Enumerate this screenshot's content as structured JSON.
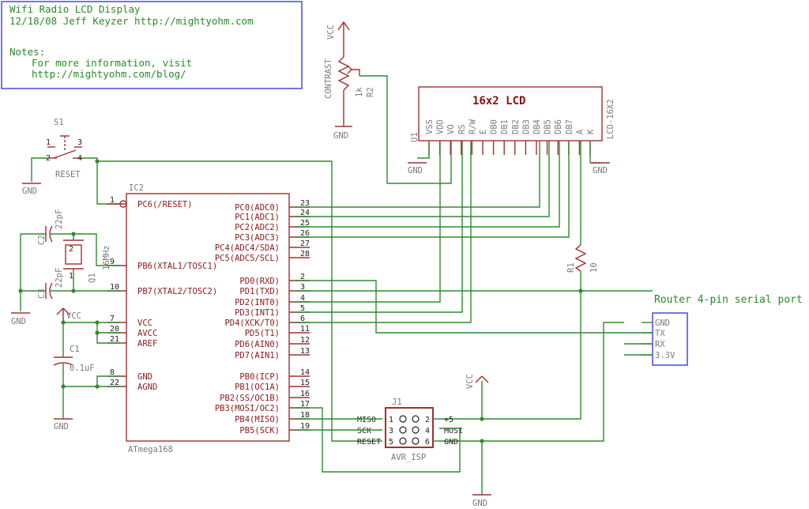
{
  "notes": {
    "title": "Wifi Radio LCD Display",
    "line2": "12/18/08 Jeff Keyzer http://mightyohm.com",
    "notes_label": "Notes:",
    "notes_line1": "For more information, visit",
    "notes_line2": "http://mightyohm.com/blog/"
  },
  "colors": {
    "wire": "#2e8b2e",
    "part": "#a03030",
    "frame": "#3a3ae0"
  },
  "labels": {
    "vcc": "VCC",
    "gnd": "GND",
    "contrast": "CONTRAST",
    "r2_val": "1k",
    "r2": "R2",
    "s1": "S1",
    "reset": "RESET",
    "ic2": "IC2",
    "atmega": "ATmega168",
    "c2": "C2",
    "c2_val": "22pF",
    "c3": "C3",
    "c3_val": "22pF",
    "q1": "Q1",
    "q1_val": "16MHz",
    "c1": "C1",
    "c1_val": "0.1uF",
    "r1": "R1",
    "r1_val": "10",
    "u1": "U1",
    "lcd_title": "16x2 LCD",
    "lcd_part": "LCD-16X2",
    "router": "Router 4-pin serial port",
    "j1": "J1",
    "avr_isp": "AVR_ISP"
  },
  "lcd_pins": [
    "VSS",
    "VDD",
    "VO",
    "RS",
    "R/W",
    "E",
    "DB0",
    "DB1",
    "DB2",
    "DB3",
    "DB4",
    "DB5",
    "DB6",
    "DB7",
    "A",
    "K"
  ],
  "router_pins": [
    "GND",
    "TX",
    "RX",
    "3.3V"
  ],
  "ic_left": [
    {
      "name": "PC6(/RESET)",
      "num": "1"
    },
    {
      "name": "PB6(XTAL1/TOSC1)",
      "num": "9"
    },
    {
      "name": "PB7(XTAL2/TOSC2)",
      "num": "10"
    },
    {
      "name": "VCC",
      "num": "7"
    },
    {
      "name": "AVCC",
      "num": "20"
    },
    {
      "name": "AREF",
      "num": "21"
    },
    {
      "name": "GND",
      "num": "8"
    },
    {
      "name": "AGND",
      "num": "22"
    }
  ],
  "ic_right": [
    {
      "name": "PC0(ADC0)",
      "num": "23"
    },
    {
      "name": "PC1(ADC1)",
      "num": "24"
    },
    {
      "name": "PC2(ADC2)",
      "num": "25"
    },
    {
      "name": "PC3(ADC3)",
      "num": "26"
    },
    {
      "name": "PC4(ADC4/SDA)",
      "num": "27"
    },
    {
      "name": "PC5(ADC5/SCL)",
      "num": "28"
    },
    {
      "name": "PD0(RXD)",
      "num": "2"
    },
    {
      "name": "PD1(TXD)",
      "num": "3"
    },
    {
      "name": "PD2(INT0)",
      "num": "4"
    },
    {
      "name": "PD3(INT1)",
      "num": "5"
    },
    {
      "name": "PD4(XCK/T0)",
      "num": "6"
    },
    {
      "name": "PD5(T1)",
      "num": "11"
    },
    {
      "name": "PD6(AIN0)",
      "num": "12"
    },
    {
      "name": "PD7(AIN1)",
      "num": "13"
    },
    {
      "name": "PB0(ICP)",
      "num": "14"
    },
    {
      "name": "PB1(OC1A)",
      "num": "15"
    },
    {
      "name": "PB2(SS/OC1B)",
      "num": "16"
    },
    {
      "name": "PB3(MOSI/OC2)",
      "num": "17"
    },
    {
      "name": "PB4(MISO)",
      "num": "18"
    },
    {
      "name": "PB5(SCK)",
      "num": "19"
    }
  ],
  "switch_pins": [
    "1",
    "2",
    "3",
    "4"
  ],
  "isp_left": [
    {
      "name": "MISO",
      "num": "1"
    },
    {
      "name": "SCK",
      "num": "3"
    },
    {
      "name": "RESET",
      "num": "5"
    }
  ],
  "isp_right": [
    {
      "name": "+5",
      "num": "2"
    },
    {
      "name": "MOSI",
      "num": "4"
    },
    {
      "name": "GND",
      "num": "6"
    }
  ],
  "q1_pins": [
    "2",
    "1"
  ]
}
